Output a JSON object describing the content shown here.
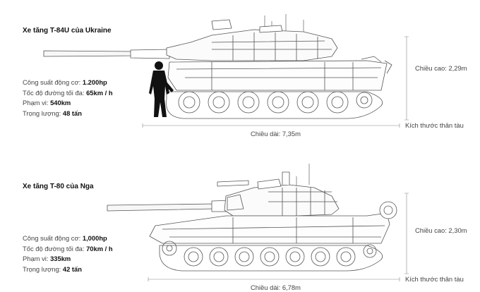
{
  "tanks": [
    {
      "title": "Xe tăng T-84U của Ukraine",
      "specs": [
        {
          "label": "Công suất động cơ: ",
          "value": "1.200hp"
        },
        {
          "label": "Tốc độ đường tối đa: ",
          "value": "65km / h"
        },
        {
          "label": "Phạm vi: ",
          "value": "540km"
        },
        {
          "label": "Trọng lượng: ",
          "value": "48 tấn"
        }
      ],
      "height_label": "Chiều cao: 2,29m",
      "hull_size_label": "Kích thước thân tàu",
      "length_label": "Chiều dài: 7,35m"
    },
    {
      "title": "Xe tăng T-80 của Nga",
      "specs": [
        {
          "label": "Công suất động cơ: ",
          "value": "1,000hp"
        },
        {
          "label": "Tốc độ đường tối đa: ",
          "value": "70km / h"
        },
        {
          "label": "Phạm vi: ",
          "value": "335km"
        },
        {
          "label": "Trọng lượng: ",
          "value": "42 tấn"
        }
      ],
      "height_label": "Chiều cao: 2,30m",
      "hull_size_label": "Kích thước thân tàu",
      "length_label": "Chiều dài: 6,78m"
    }
  ]
}
